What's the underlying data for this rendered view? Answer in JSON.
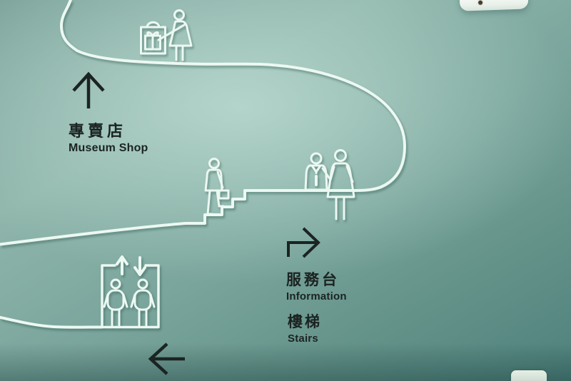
{
  "signs": {
    "museum_shop": {
      "zh": "專賣店",
      "en": "Museum Shop",
      "arrow": "up"
    },
    "information": {
      "zh": "服務台",
      "en": "Information",
      "arrow": "right"
    },
    "stairs": {
      "zh": "樓梯",
      "en": "Stairs"
    },
    "elevator": {
      "arrow": "left"
    }
  },
  "pictograms": {
    "shopper": "person-holding-shopping-bag-with-gift",
    "stairs_figure": "person-climbing-stairs-with-briefcase",
    "info_desk": "attendant-with-i-badge-and-visitor",
    "elevator": "elevator-box-two-people-up-down-arrows"
  },
  "colors": {
    "wall_light": "#b5d6cc",
    "wall_mid": "#86aca4",
    "wall_dark": "#4f817c",
    "line_art": "#ecf8f2",
    "ink": "#1b2422"
  }
}
